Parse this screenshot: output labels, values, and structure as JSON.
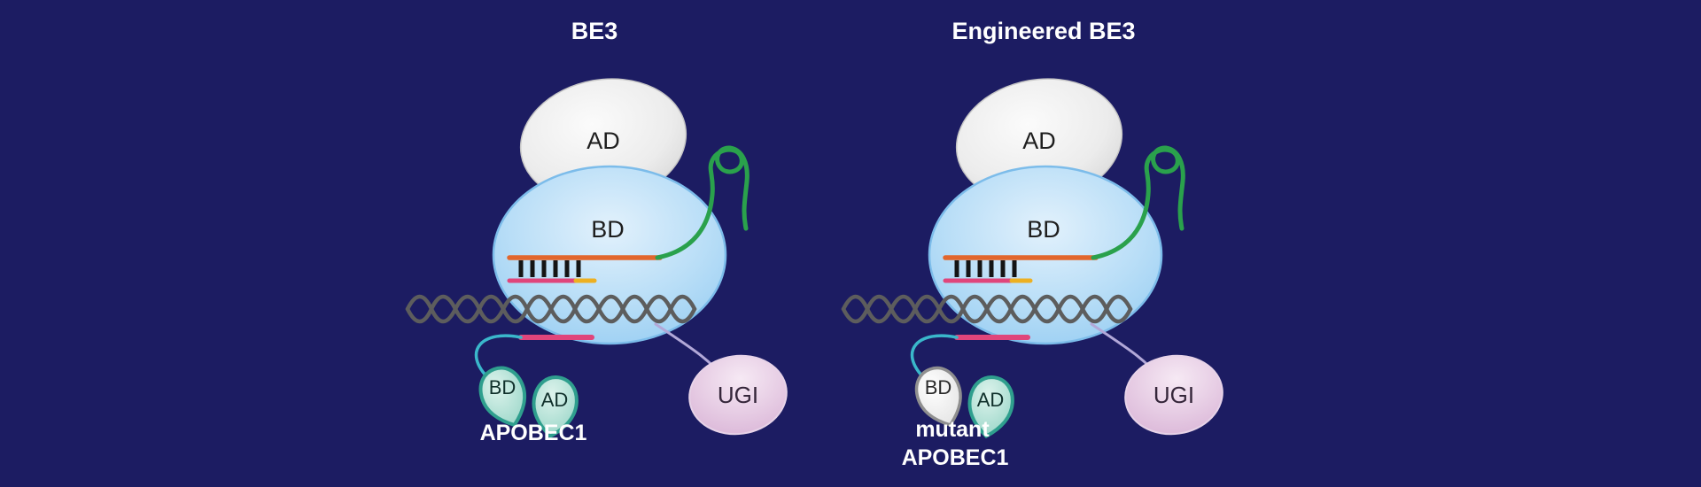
{
  "panels": [
    {
      "title": "BE3",
      "cas9": {
        "ad_label": "AD",
        "bd_label": "BD"
      },
      "apobec": {
        "bd_label": "BD",
        "ad_label": "AD",
        "name": "APOBEC1"
      },
      "ugi_label": "UGI"
    },
    {
      "title": "Engineered BE3",
      "cas9": {
        "ad_label": "AD",
        "bd_label": "BD"
      },
      "apobec": {
        "bd_label": "BD",
        "ad_label": "AD",
        "name_line1": "mutant",
        "name_line2": "APOBEC1"
      },
      "ugi_label": "UGI"
    }
  ],
  "colors": {
    "background": "#1c1c62",
    "cas9_blue_edge": "#7cbcea",
    "ad_gray_edge": "#c6c6c6",
    "apobec_teal_stroke": "#2f9f8e",
    "mutant_gray_stroke": "#8f8f8f",
    "ugi_pink_stroke": "#e7d3e8",
    "sgrna_spacer_orange": "#e2662c",
    "sgrna_scaffold_green": "#2aa14c",
    "dna_gray": "#5d5d5d",
    "target_pink": "#e0457b",
    "pam_yellow": "#edb021",
    "linker_cyan": "#3ab7cb",
    "linker_lavender": "#b2a8d8",
    "base_pair_black": "#141414"
  }
}
